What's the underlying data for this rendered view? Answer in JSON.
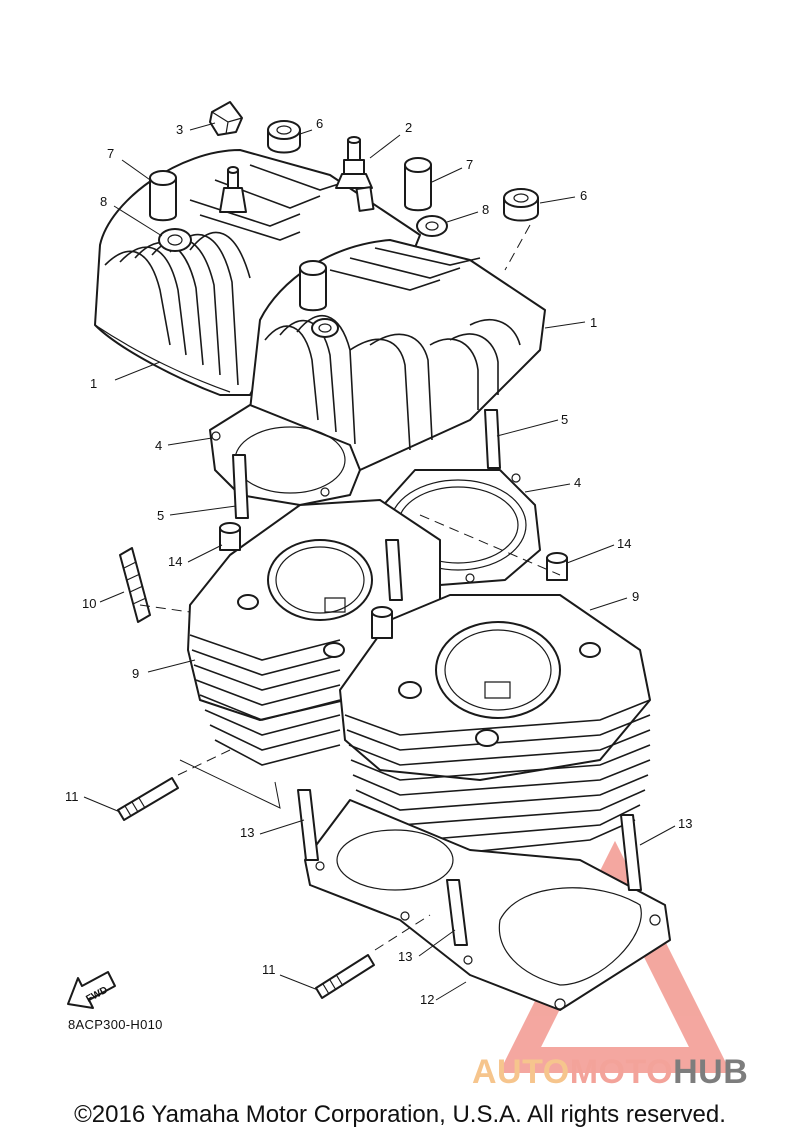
{
  "diagram": {
    "code": "8ACP300-H010",
    "fwd_label": "FWD",
    "callouts": [
      {
        "id": "c1a",
        "text": "1"
      },
      {
        "id": "c1b",
        "text": "1"
      },
      {
        "id": "c2",
        "text": "2"
      },
      {
        "id": "c3",
        "text": "3"
      },
      {
        "id": "c4a",
        "text": "4"
      },
      {
        "id": "c4b",
        "text": "4"
      },
      {
        "id": "c5a",
        "text": "5"
      },
      {
        "id": "c5b",
        "text": "5"
      },
      {
        "id": "c6a",
        "text": "6"
      },
      {
        "id": "c6b",
        "text": "6"
      },
      {
        "id": "c7a",
        "text": "7"
      },
      {
        "id": "c7b",
        "text": "7"
      },
      {
        "id": "c8a",
        "text": "8"
      },
      {
        "id": "c8b",
        "text": "8"
      },
      {
        "id": "c9a",
        "text": "9"
      },
      {
        "id": "c9b",
        "text": "9"
      },
      {
        "id": "c10",
        "text": "10"
      },
      {
        "id": "c11a",
        "text": "11"
      },
      {
        "id": "c11b",
        "text": "11"
      },
      {
        "id": "c12",
        "text": "12"
      },
      {
        "id": "c13a",
        "text": "13"
      },
      {
        "id": "c13b",
        "text": "13"
      },
      {
        "id": "c13c",
        "text": "13"
      },
      {
        "id": "c14a",
        "text": "14"
      },
      {
        "id": "c14b",
        "text": "14"
      }
    ]
  },
  "watermark": {
    "word_auto": "AUTO",
    "word_moto": "MOTO",
    "word_hub": "HUB",
    "color_auto": "#f6c58d",
    "color_moto": "#f3a39a",
    "color_hub": "#7d7d7d",
    "color_triangle": "#f08a80"
  },
  "footer": {
    "copyright": "©2016 Yamaha Motor Corporation, U.S.A. All rights reserved."
  }
}
